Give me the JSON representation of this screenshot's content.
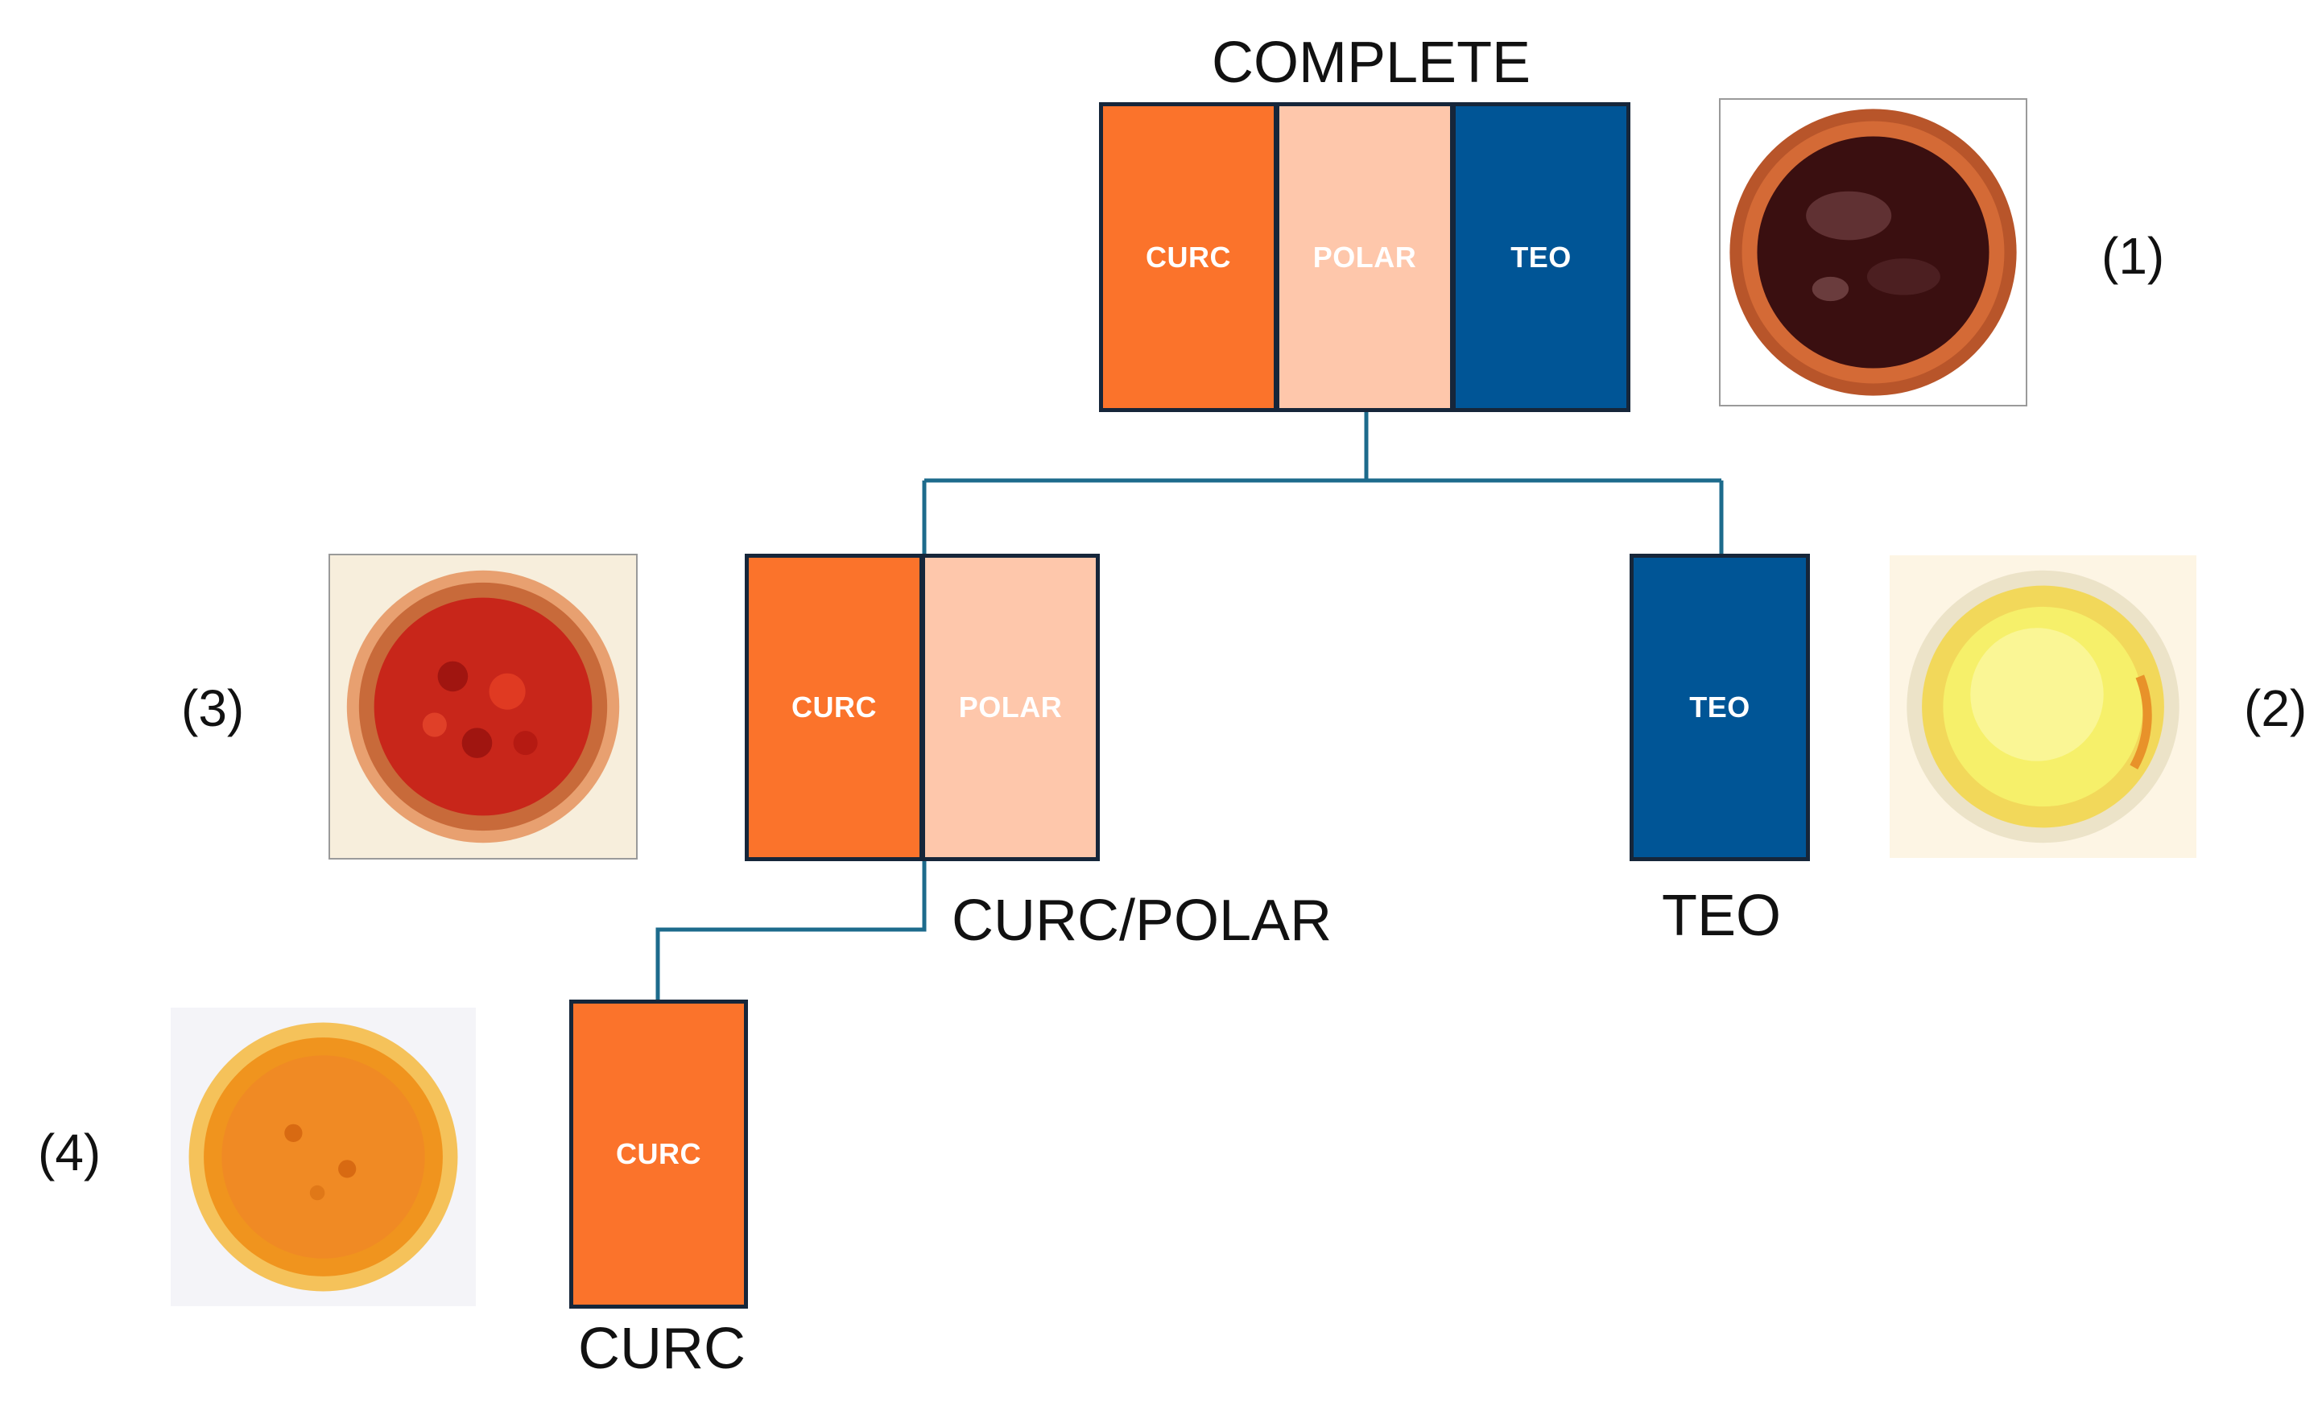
{
  "colors": {
    "curc": "#fb732b",
    "polar": "#fec7ab",
    "teo": "#005596",
    "connector": "#1d6b8c",
    "border": "#16263a"
  },
  "complete": {
    "title": "COMPLETE",
    "blocks": [
      "CURC",
      "POLAR",
      "TEO"
    ],
    "sample_number": "(1)"
  },
  "curc_polar": {
    "title": "CURC/POLAR",
    "blocks": [
      "CURC",
      "POLAR"
    ],
    "sample_number": "(3)"
  },
  "teo": {
    "title": "TEO",
    "blocks": [
      "TEO"
    ],
    "sample_number": "(2)"
  },
  "curc": {
    "title": "CURC",
    "blocks": [
      "CURC"
    ],
    "sample_number": "(4)"
  },
  "photos": [
    {
      "id": "complete",
      "icon": "dark-paste-jar-icon"
    },
    {
      "id": "curc_polar",
      "icon": "red-granules-jar-icon"
    },
    {
      "id": "teo",
      "icon": "yellow-oil-jar-icon"
    },
    {
      "id": "curc",
      "icon": "orange-powder-jar-icon"
    }
  ]
}
